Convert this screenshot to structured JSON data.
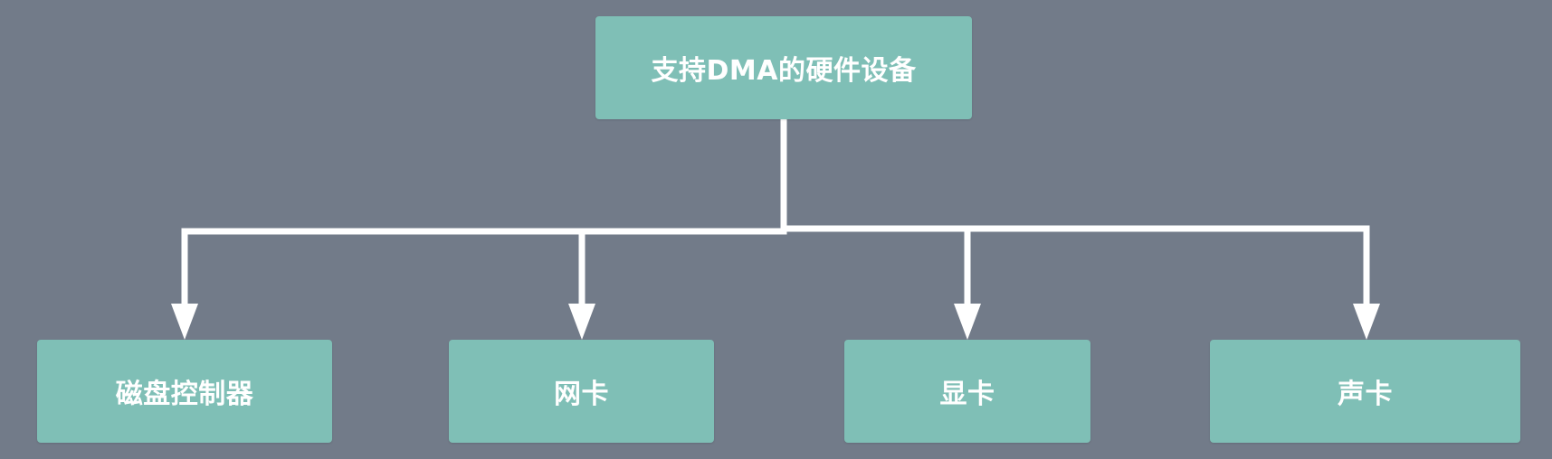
{
  "diagram": {
    "colors": {
      "background": "#727b89",
      "node_fill": "#7fbfb6",
      "node_text": "#ffffff",
      "connector": "#ffffff"
    },
    "root": {
      "label": "支持DMA的硬件设备"
    },
    "children": [
      {
        "id": "disk",
        "label": "磁盘控制器"
      },
      {
        "id": "nic",
        "label": "网卡"
      },
      {
        "id": "gpu",
        "label": "显卡"
      },
      {
        "id": "sound",
        "label": "声卡"
      }
    ]
  }
}
